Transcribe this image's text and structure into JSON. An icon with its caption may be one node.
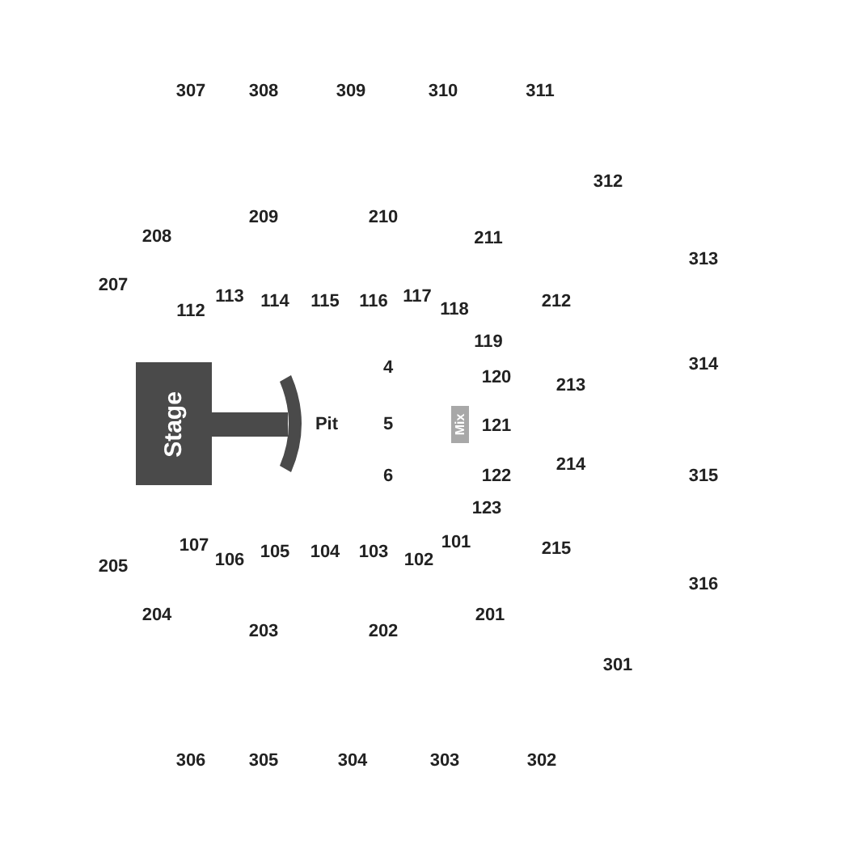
{
  "diagram": {
    "nodes": [
      {
        "text": [
          "Stage"
        ]
      },
      {
        "text": [
          "Mix"
        ]
      }
    ],
    "edges": [],
    "labels": [
      "307",
      "308",
      "309",
      "310",
      "311",
      "312",
      "208",
      "209",
      "210",
      "211",
      "313",
      "207",
      "113",
      "114",
      "115",
      "116",
      "117",
      "112",
      "118",
      "212",
      "119",
      "4",
      "120",
      "213",
      "314",
      "Pit",
      "5",
      "121",
      "6",
      "122",
      "214",
      "315",
      "123",
      "107",
      "101",
      "105",
      "104",
      "103",
      "215",
      "106",
      "102",
      "205",
      "316",
      "204",
      "201",
      "203",
      "202",
      "301",
      "306",
      "305",
      "304",
      "303",
      "302"
    ]
  }
}
